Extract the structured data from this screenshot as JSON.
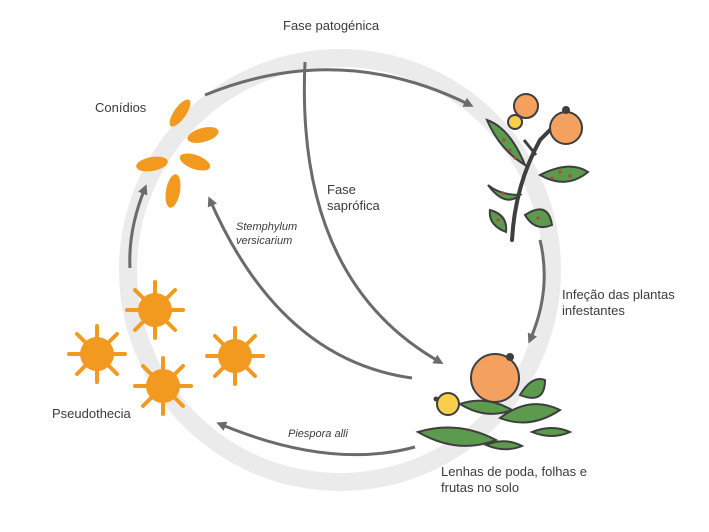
{
  "labels": {
    "top_phase": "Fase patogénica",
    "conidia": "Conídios",
    "saprophytic_phase": "Fase saprófica",
    "stemphylium": "Stemphylum versicarium",
    "infection": "Infeção das plantas infestantes",
    "pseudothecia": "Pseudothecia",
    "pleospora": "Piespora alli",
    "residues": "Lenhas de poda, folhas e frutas no solo"
  },
  "colors": {
    "ring": "#ebebeb",
    "arrow": "#6b6b6b",
    "fungus_orange": "#f29a1f",
    "fruit_orange": "#f4a15f",
    "fruit_yellow": "#f7cf4a",
    "leaf_green": "#5c9b4e",
    "leaf_outline": "#3e3e3e",
    "leaf_spots": "#b8433a"
  },
  "icons": {
    "conidia": "conidia-spores-icon",
    "infected_plant": "infected-plant-branch-icon",
    "residues": "fallen-fruit-and-leaves-icon",
    "pseudothecia": "pseudothecia-cluster-icon"
  }
}
